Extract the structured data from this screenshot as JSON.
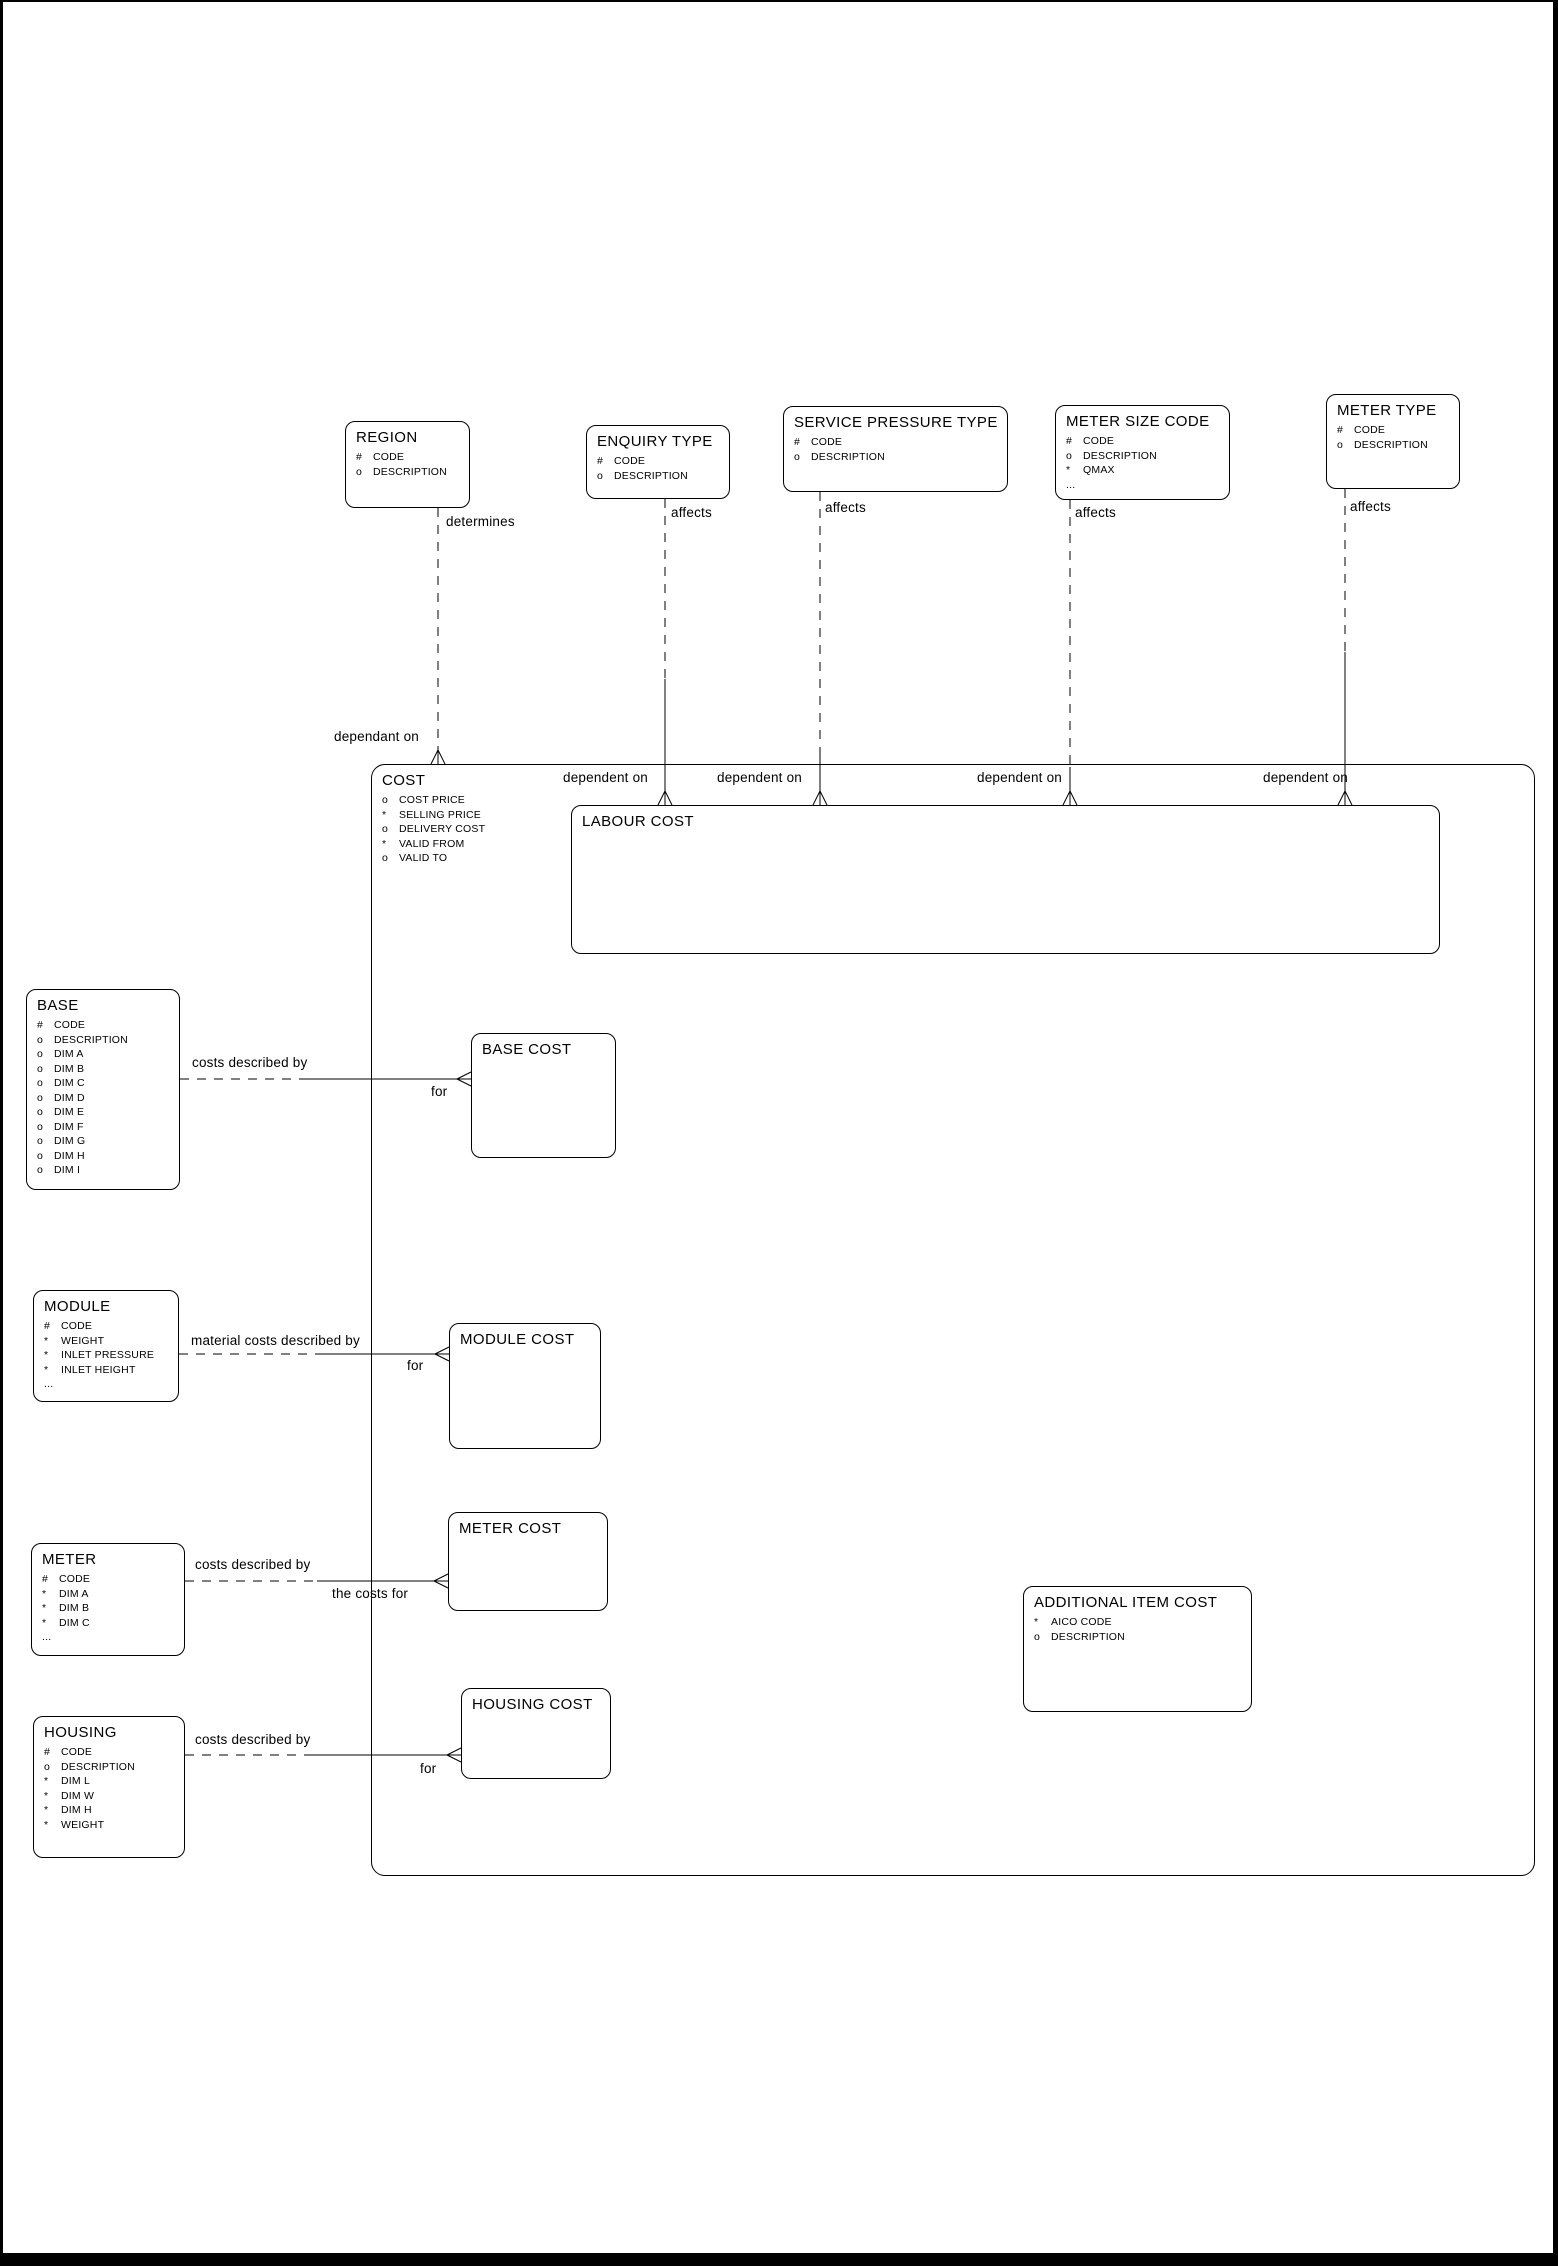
{
  "entities": [
    {
      "id": "region",
      "title": "REGION",
      "attributes": [
        {
          "m": "#",
          "t": "CODE"
        },
        {
          "m": "o",
          "t": "DESCRIPTION"
        }
      ]
    },
    {
      "id": "enquiry-type",
      "title": "ENQUIRY TYPE",
      "attributes": [
        {
          "m": "#",
          "t": "CODE"
        },
        {
          "m": "o",
          "t": "DESCRIPTION"
        }
      ]
    },
    {
      "id": "service-pressure-type",
      "title": "SERVICE PRESSURE TYPE",
      "attributes": [
        {
          "m": "#",
          "t": "CODE"
        },
        {
          "m": "o",
          "t": "DESCRIPTION"
        }
      ]
    },
    {
      "id": "meter-size-code",
      "title": "METER SIZE CODE",
      "attributes": [
        {
          "m": "#",
          "t": "CODE"
        },
        {
          "m": "o",
          "t": "DESCRIPTION"
        },
        {
          "m": "*",
          "t": "QMAX"
        },
        {
          "m": "...",
          "t": ""
        }
      ]
    },
    {
      "id": "meter-type",
      "title": "METER TYPE",
      "attributes": [
        {
          "m": "#",
          "t": "CODE"
        },
        {
          "m": "o",
          "t": "DESCRIPTION"
        }
      ]
    },
    {
      "id": "cost",
      "title": "COST",
      "attributes": [
        {
          "m": "o",
          "t": "COST PRICE"
        },
        {
          "m": "*",
          "t": "SELLING PRICE"
        },
        {
          "m": "o",
          "t": "DELIVERY COST"
        },
        {
          "m": "*",
          "t": "VALID FROM"
        },
        {
          "m": "o",
          "t": "VALID TO"
        }
      ]
    },
    {
      "id": "labour-cost",
      "title": "LABOUR COST",
      "attributes": []
    },
    {
      "id": "base",
      "title": "BASE",
      "attributes": [
        {
          "m": "#",
          "t": "CODE"
        },
        {
          "m": "o",
          "t": "DESCRIPTION"
        },
        {
          "m": "o",
          "t": "DIM A"
        },
        {
          "m": "o",
          "t": "DIM B"
        },
        {
          "m": "o",
          "t": "DIM C"
        },
        {
          "m": "o",
          "t": "DIM D"
        },
        {
          "m": "o",
          "t": "DIM E"
        },
        {
          "m": "o",
          "t": "DIM F"
        },
        {
          "m": "o",
          "t": "DIM G"
        },
        {
          "m": "o",
          "t": "DIM H"
        },
        {
          "m": "o",
          "t": "DIM I"
        }
      ]
    },
    {
      "id": "base-cost",
      "title": "BASE COST",
      "attributes": []
    },
    {
      "id": "module",
      "title": "MODULE",
      "attributes": [
        {
          "m": "#",
          "t": "CODE"
        },
        {
          "m": "*",
          "t": "WEIGHT"
        },
        {
          "m": "*",
          "t": "INLET PRESSURE"
        },
        {
          "m": "*",
          "t": "INLET HEIGHT"
        },
        {
          "m": "...",
          "t": ""
        }
      ]
    },
    {
      "id": "module-cost",
      "title": "MODULE COST",
      "attributes": []
    },
    {
      "id": "meter",
      "title": "METER",
      "attributes": [
        {
          "m": "#",
          "t": "CODE"
        },
        {
          "m": "*",
          "t": "DIM A"
        },
        {
          "m": "*",
          "t": "DIM B"
        },
        {
          "m": "*",
          "t": "DIM C"
        },
        {
          "m": "...",
          "t": ""
        }
      ]
    },
    {
      "id": "meter-cost",
      "title": "METER COST",
      "attributes": []
    },
    {
      "id": "housing",
      "title": "HOUSING",
      "attributes": [
        {
          "m": "#",
          "t": "CODE"
        },
        {
          "m": "o",
          "t": "DESCRIPTION"
        },
        {
          "m": "*",
          "t": "DIM L"
        },
        {
          "m": "*",
          "t": "DIM W"
        },
        {
          "m": "*",
          "t": "DIM H"
        },
        {
          "m": "*",
          "t": "WEIGHT"
        }
      ]
    },
    {
      "id": "housing-cost",
      "title": "HOUSING COST",
      "attributes": []
    },
    {
      "id": "additional-item-cost",
      "title": "ADDITIONAL ITEM COST",
      "attributes": [
        {
          "m": "*",
          "t": "AICO CODE"
        },
        {
          "m": "o",
          "t": "DESCRIPTION"
        }
      ]
    }
  ],
  "relationships": [
    {
      "name": "region-cost",
      "from_label": "determines",
      "to_label": "dependant on"
    },
    {
      "name": "enquiry-type-labour-cost",
      "from_label": "affects",
      "to_label": "dependent on"
    },
    {
      "name": "service-pressure-type-labour-cost",
      "from_label": "affects",
      "to_label": "dependent on"
    },
    {
      "name": "meter-size-code-labour-cost",
      "from_label": "affects",
      "to_label": "dependent on"
    },
    {
      "name": "meter-type-labour-cost",
      "from_label": "affects",
      "to_label": "dependent on"
    },
    {
      "name": "base-base-cost",
      "from_label": "costs described by",
      "to_label": "for"
    },
    {
      "name": "module-module-cost",
      "from_label": "material costs described by",
      "to_label": "for"
    },
    {
      "name": "meter-meter-cost",
      "from_label": "costs described by",
      "to_label": "the costs for"
    },
    {
      "name": "housing-housing-cost",
      "from_label": "costs described by",
      "to_label": "for"
    }
  ]
}
